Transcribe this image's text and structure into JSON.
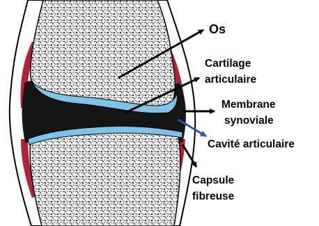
{
  "diagram": {
    "labels": {
      "os": "Os",
      "cartilage_line1": "Cartilage",
      "cartilage_line2": "articulaire",
      "membrane_line1": "Membrane",
      "membrane_line2": "synoviale",
      "cavite": "Cavité articulaire",
      "capsule_line1": "Capsule",
      "capsule_line2": "fibreuse"
    },
    "colors": {
      "bone": "#f2f2f2",
      "bone_outline": "#000000",
      "cartilage": "#7fc3e6",
      "synovial_space": "#151515",
      "capsule": "#b8203a",
      "cavity_arrow": "#2a55b5",
      "label_arrows": "#000000"
    }
  }
}
